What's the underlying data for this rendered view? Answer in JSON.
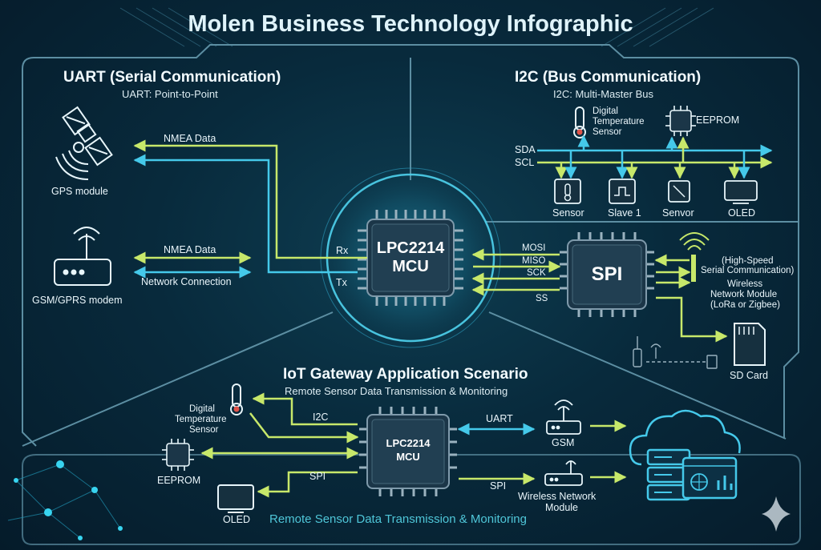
{
  "title": "Molen Business Technology Infographic",
  "uart": {
    "title": "UART (Serial Communication)",
    "subtitle": "UART: Point-to-Point",
    "gps_label": "GPS module",
    "gsm_label": "GSM/GPRS modem",
    "nmea_top": "NMEA Data",
    "nmea_bottom": "NMEA Data",
    "network": "Network Connection",
    "rx": "Rx",
    "tx": "Tx"
  },
  "mcu": {
    "line1": "LPC2214",
    "line2": "MCU"
  },
  "i2c": {
    "title": "I2C (Bus Communication)",
    "subtitle": "I2C: Multi-Master Bus",
    "temp_sensor": [
      "Digital",
      "Temperature",
      "Sensor"
    ],
    "eeprom": "EEPROM",
    "sda": "SDA",
    "scl": "SCL",
    "devices": [
      "Sensor",
      "Slave 1",
      "Senvor",
      "OLED"
    ]
  },
  "spi": {
    "label": "SPI",
    "signals": [
      "MOSI",
      "MISO",
      "SCK",
      "SS"
    ],
    "note": [
      "(High-Speed",
      "Serial Communication)"
    ],
    "wireless": [
      "Wireless",
      "Network Module",
      "(LoRa or Zigbee)"
    ],
    "sd_card": "SD Card"
  },
  "iot": {
    "title": "IoT Gateway Application Scenario",
    "subtitle": "Remote Sensor Data Transmission & Monitoring",
    "temp_sensor": [
      "Digital",
      "Temperature",
      "Sensor"
    ],
    "eeprom": "EEPROM",
    "oled": "OLED",
    "i2c": "I2C",
    "spi_left": "SPI",
    "mcu": [
      "LPC2214",
      "MCU"
    ],
    "uart": "UART",
    "gsm": "GSM",
    "spi_right": "SPI",
    "wireless": [
      "Wireless Network",
      "Module"
    ],
    "footer": "Remote Sensor Data Transmission & Monitoring"
  },
  "colors": {
    "cyan": "#39c3e6",
    "yellow_green": "#c7e86a",
    "panel_border": "#5c8ea2",
    "chip": "#1b3648"
  }
}
